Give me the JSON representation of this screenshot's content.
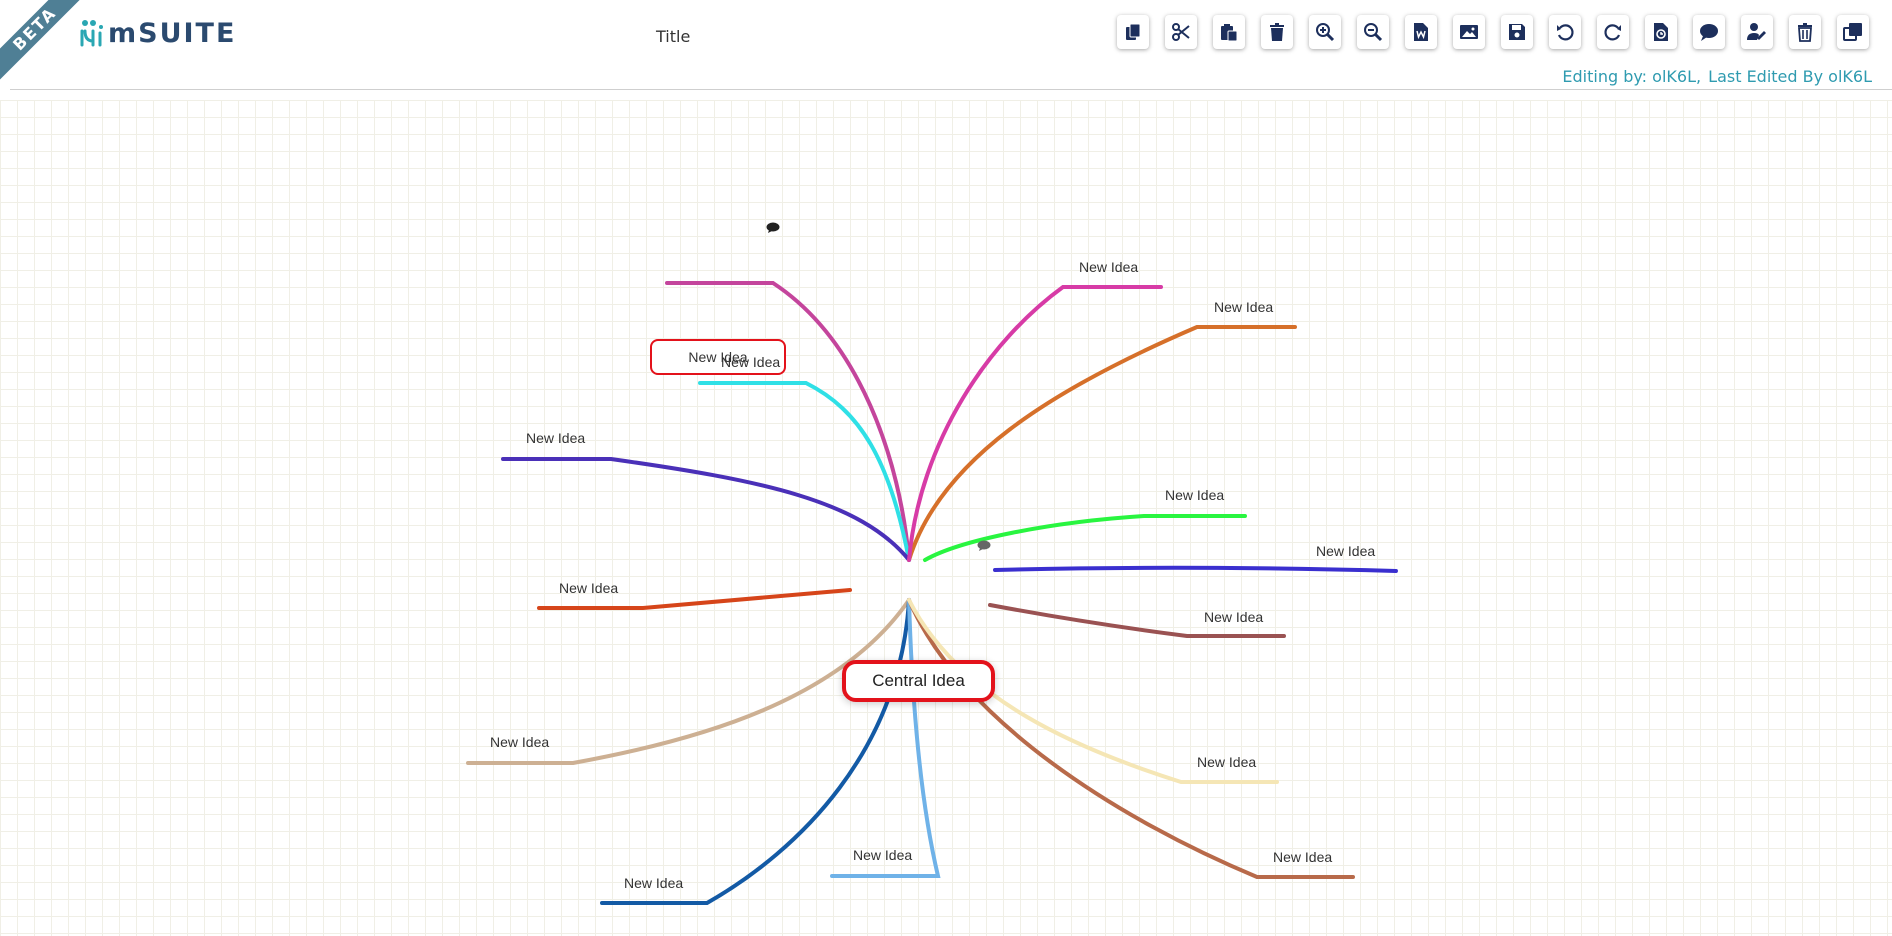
{
  "header": {
    "beta": "BETA",
    "logo_text": "mSUITE",
    "title": "Title",
    "editing_by": "Editing by: olK6L,",
    "last_edited_by": "Last Edited By olK6L"
  },
  "toolbar": [
    {
      "name": "copy-button",
      "icon": "copy-icon"
    },
    {
      "name": "cut-button",
      "icon": "scissors-icon"
    },
    {
      "name": "paste-button",
      "icon": "paste-icon"
    },
    {
      "name": "delete-button",
      "icon": "trash-icon"
    },
    {
      "name": "zoom-in-button",
      "icon": "zoom-in-icon"
    },
    {
      "name": "zoom-out-button",
      "icon": "zoom-out-icon"
    },
    {
      "name": "export-word-button",
      "icon": "word-icon"
    },
    {
      "name": "export-image-button",
      "icon": "image-icon"
    },
    {
      "name": "save-button",
      "icon": "save-icon"
    },
    {
      "name": "undo-button",
      "icon": "undo-icon"
    },
    {
      "name": "redo-button",
      "icon": "redo-icon"
    },
    {
      "name": "history-button",
      "icon": "history-icon"
    },
    {
      "name": "comment-button",
      "icon": "comment-icon"
    },
    {
      "name": "user-edit-button",
      "icon": "user-edit-icon"
    },
    {
      "name": "clear-button",
      "icon": "trash-alt-icon"
    },
    {
      "name": "duplicate-button",
      "icon": "clone-icon"
    }
  ],
  "mindmap": {
    "central": "Central Idea",
    "node_label": "New Idea",
    "branch_colors": [
      "#c4459c",
      "#2fe0e6",
      "#4a30b8",
      "#d6451a",
      "#cdb093",
      "#135aa5",
      "#6fb2e8",
      "#b86a4a",
      "#f5e6b5",
      "#9a5252",
      "#3a2fcf",
      "#29f540",
      "#d6702a",
      "#d73ba6"
    ],
    "selected_border": "#e3121b",
    "accent": "#2f9bb0"
  }
}
